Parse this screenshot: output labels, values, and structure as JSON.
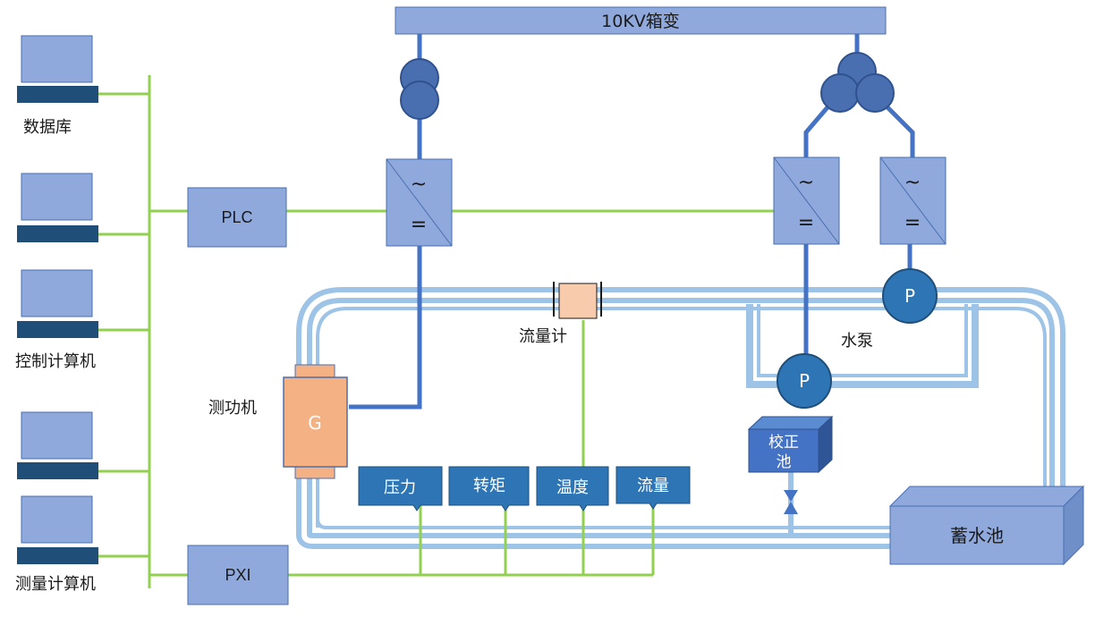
{
  "transformer_box": {
    "label": "10KV箱变"
  },
  "computers": [
    {
      "label": "数据库"
    },
    {
      "label": ""
    },
    {
      "label": "控制计算机"
    },
    {
      "label": ""
    },
    {
      "label": "测量计算机"
    }
  ],
  "controllers": {
    "plc": "PLC",
    "pxi": "PXI"
  },
  "converter_symbols": {
    "ac": "~",
    "dc": "="
  },
  "dynamometer": {
    "label": "测功机",
    "symbol": "G"
  },
  "flowmeter": {
    "label": "流量计"
  },
  "pump": {
    "label": "水泵",
    "symbol": "P"
  },
  "calibration_tank": {
    "label": "校正池"
  },
  "reservoir": {
    "label": "蓄水池"
  },
  "sensors": [
    "压力",
    "转矩",
    "温度",
    "流量"
  ],
  "colors": {
    "box_fill": "#8FA9DC",
    "box_stroke": "#4A6FB0",
    "blue_line": "#4472C4",
    "pipe": "#9DC3E6",
    "green_line": "#92D050",
    "orange": "#F4B183",
    "dark_bar": "#1F4E79",
    "sensor_fill": "#2E75B6"
  }
}
